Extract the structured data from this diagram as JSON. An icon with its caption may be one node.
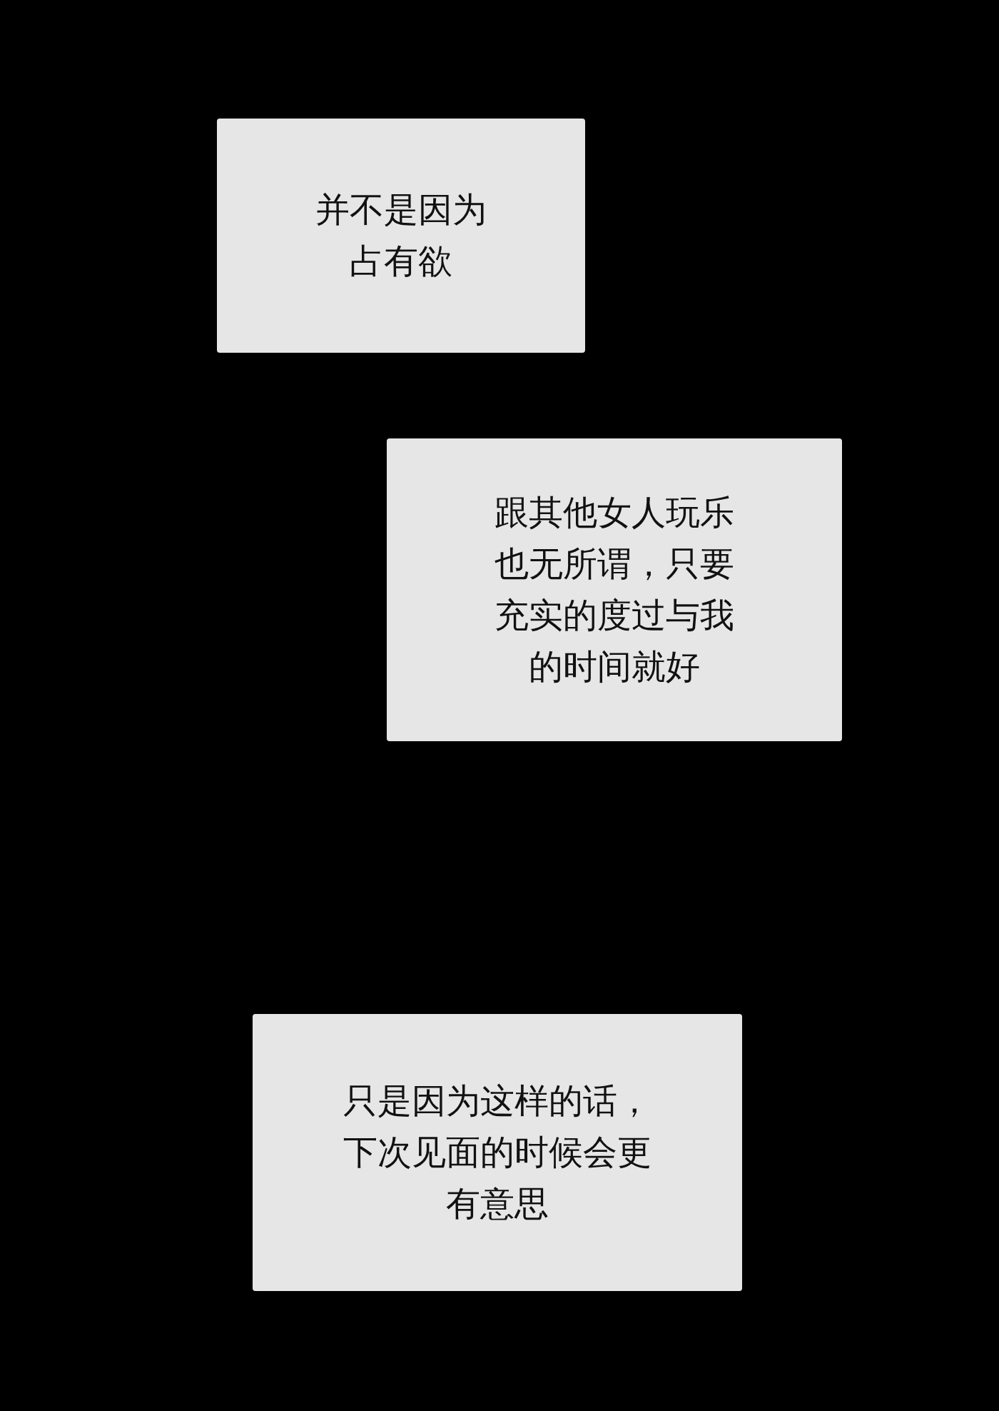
{
  "diagram": {
    "nodes": [
      {
        "text": [
          "并不是因为占有欲"
        ]
      },
      {
        "text": [
          "跟其他女人玩乐也无所谓，只要充实的度过与我的时间就好"
        ]
      },
      {
        "text": [
          "只是因为这样的话，下次见面的时候会更有意思"
        ]
      }
    ]
  }
}
